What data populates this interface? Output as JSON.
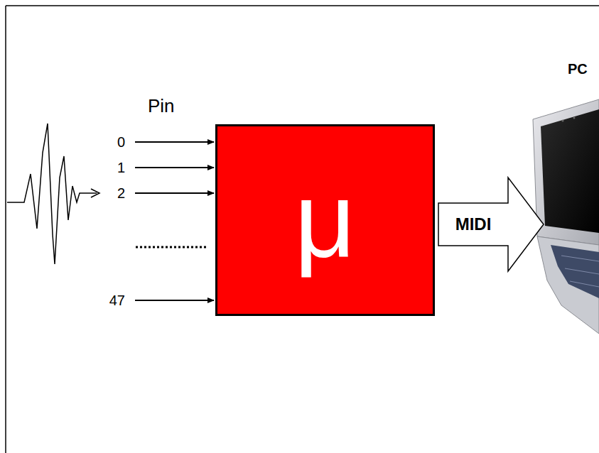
{
  "diagram": {
    "nodes": [
      {
        "text": [
          "μ"
        ]
      },
      {
        "text": [
          "PC"
        ]
      }
    ],
    "edges": [
      {
        "from": 0,
        "to": 1,
        "label": "MIDI",
        "arrow": "to"
      }
    ],
    "labels": [
      "Pin",
      "0",
      "1",
      "2",
      "47"
    ]
  }
}
